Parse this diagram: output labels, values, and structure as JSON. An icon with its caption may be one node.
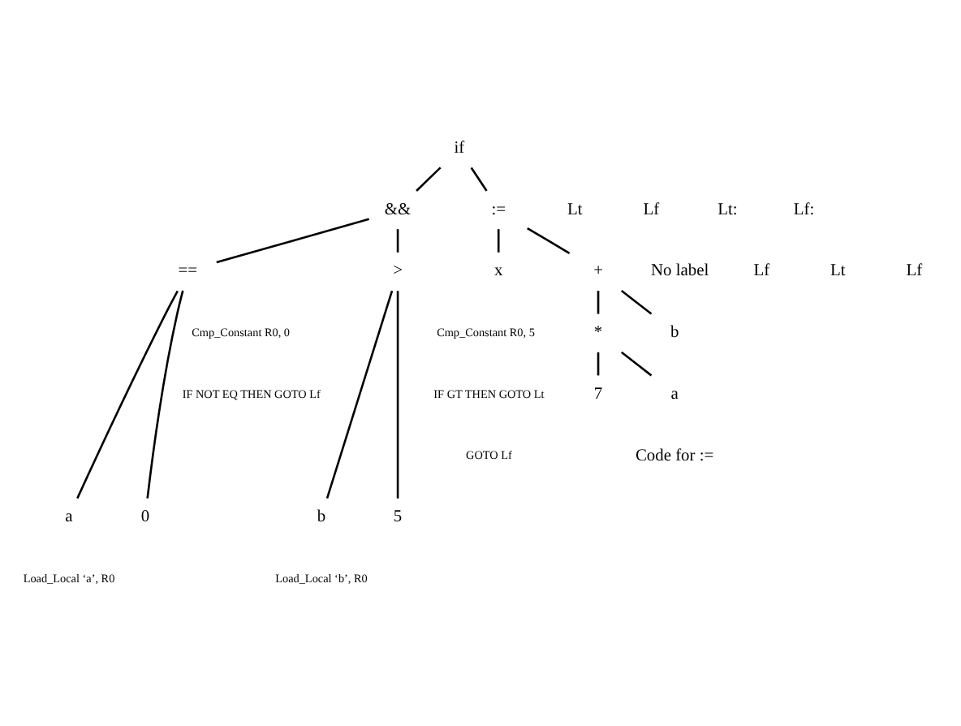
{
  "diagram": {
    "nodes": [
      {
        "text": [
          "if"
        ]
      },
      {
        "text": [
          "&&"
        ]
      },
      {
        "text": [
          ":="
        ]
      },
      {
        "text": [
          "=="
        ]
      },
      {
        "text": [
          ">"
        ]
      },
      {
        "text": [
          "x"
        ]
      },
      {
        "text": [
          "+"
        ]
      },
      {
        "text": [
          "*"
        ]
      },
      {
        "text": [
          "b"
        ]
      },
      {
        "text": [
          "7"
        ]
      },
      {
        "text": [
          "a"
        ]
      },
      {
        "text": [
          "a"
        ]
      },
      {
        "text": [
          "0"
        ]
      },
      {
        "text": [
          "b"
        ]
      },
      {
        "text": [
          "5"
        ]
      }
    ],
    "edges": [
      {
        "from": 0,
        "to": 1,
        "arrow": "none"
      },
      {
        "from": 0,
        "to": 2,
        "arrow": "none"
      },
      {
        "from": 1,
        "to": 3,
        "arrow": "none"
      },
      {
        "from": 1,
        "to": 4,
        "arrow": "none"
      },
      {
        "from": 2,
        "to": 5,
        "arrow": "none"
      },
      {
        "from": 2,
        "to": 6,
        "arrow": "none"
      },
      {
        "from": 6,
        "to": 7,
        "arrow": "none"
      },
      {
        "from": 6,
        "to": 8,
        "arrow": "none"
      },
      {
        "from": 7,
        "to": 9,
        "arrow": "none"
      },
      {
        "from": 7,
        "to": 10,
        "arrow": "none"
      },
      {
        "from": 3,
        "to": 11,
        "arrow": "none"
      },
      {
        "from": 3,
        "to": 12,
        "arrow": "none"
      },
      {
        "from": 4,
        "to": 13,
        "arrow": "none"
      },
      {
        "from": 4,
        "to": 14,
        "arrow": "none"
      }
    ],
    "labels": [
      "Lt",
      "Lf",
      "Lt:",
      "Lf:",
      "No label",
      "Lf",
      "Lt",
      "Lf",
      "Cmp_Constant R0, 0",
      "IF NOT EQ THEN GOTO Lf",
      "Cmp_Constant R0, 5",
      "IF GT THEN GOTO Lt",
      "GOTO Lf",
      "Code for :=",
      "Load_Local ‘a’, R0",
      "Load_Local ‘b’, R0"
    ]
  }
}
